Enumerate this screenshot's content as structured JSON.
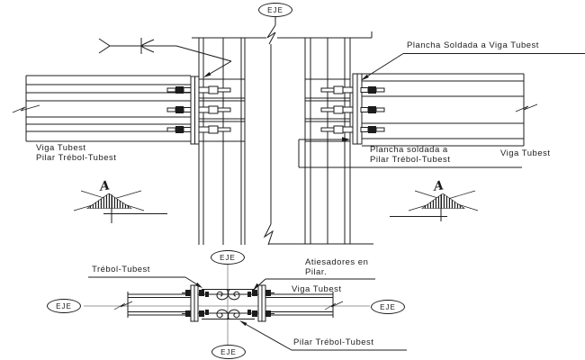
{
  "drawing": {
    "axis_label": "EJE",
    "section_marker_letter": "A",
    "elevation": {
      "label_plate_welded_to_beam": "Plancha Soldada a Viga Tubest",
      "label_left_beam": "Viga Tubest",
      "label_left_pillar": "Pilar Trébol-Tubest",
      "label_plate_welded_to_pillar_line1": "Plancha soldada a",
      "label_plate_welded_to_pillar_line2": "Pilar Trébol-Tubest",
      "label_right_beam": "Viga Tubest"
    },
    "plan": {
      "label_trebol": "Trébol-Tubest",
      "label_stiffeners_line1": "Atiesadores en",
      "label_stiffeners_line2": "Pilar.",
      "label_beam": "Viga Tubest",
      "label_pillar": "Pilar Trébol-Tubest"
    },
    "colors": {
      "line": "#1c1c1c",
      "centerline": "#9a9a9a",
      "background": "#ffffff"
    }
  }
}
